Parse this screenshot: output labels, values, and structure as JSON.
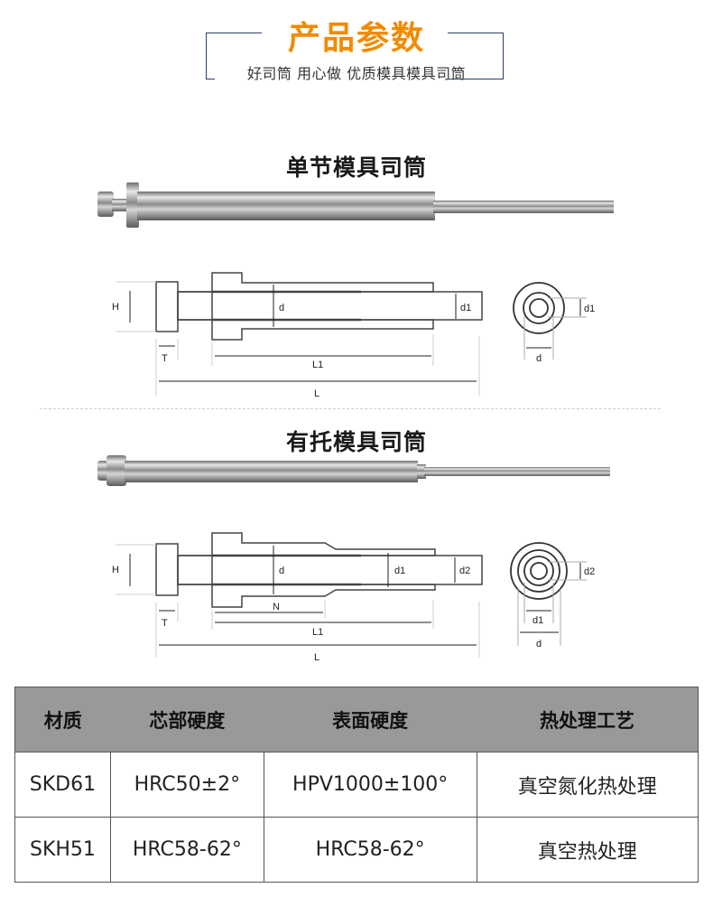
{
  "header": {
    "title": "产品参数",
    "subtitle": "好司筒 用心做 优质模具模具司筒",
    "title_color": "#f28a00",
    "bracket_color": "#2a3f6a"
  },
  "sections": [
    {
      "title": "单节模具司筒",
      "diagram_labels": {
        "H": "H",
        "T": "T",
        "d": "d",
        "d1": "d1",
        "L1": "L1",
        "L": "L"
      },
      "end_view_labels": {
        "d1": "d1",
        "d": "d"
      }
    },
    {
      "title": "有托模具司筒",
      "diagram_labels": {
        "H": "H",
        "T": "T",
        "d": "d",
        "d1": "d1",
        "d2": "d2",
        "N": "N",
        "L1": "L1",
        "L": "L"
      },
      "end_view_labels": {
        "d2": "d2",
        "d1": "d1",
        "d": "d"
      }
    }
  ],
  "table": {
    "headers": [
      "材质",
      "芯部硬度",
      "表面硬度",
      "热处理工艺"
    ],
    "rows": [
      [
        "SKD61",
        "HRC50±2°",
        "HPV1000±100°",
        "真空氮化热处理"
      ],
      [
        "SKH51",
        "HRC58-62°",
        "HRC58-62°",
        "真空热处理"
      ]
    ],
    "header_bg": "#999999"
  }
}
